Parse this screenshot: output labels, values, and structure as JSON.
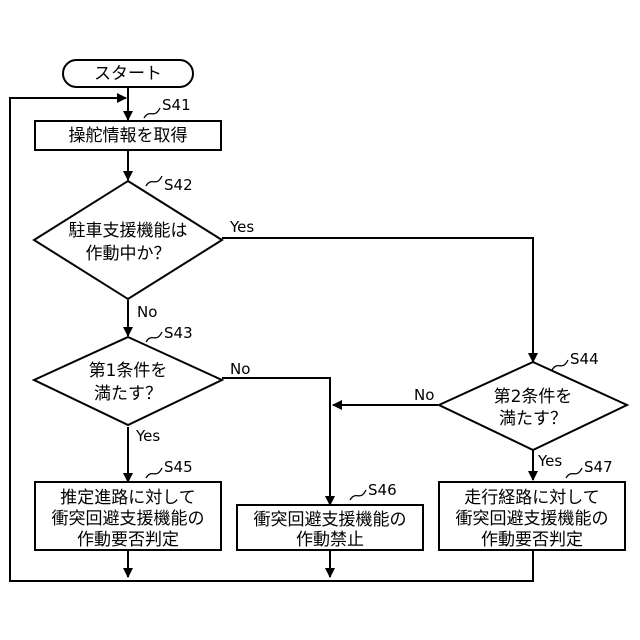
{
  "start": "スタート",
  "steps": {
    "s41": {
      "id": "S41",
      "text": [
        "操舵情報を取得"
      ]
    },
    "s42": {
      "id": "S42",
      "text": [
        "駐車支援機能は",
        "作動中か？"
      ]
    },
    "s43": {
      "id": "S43",
      "text": [
        "第1条件を",
        "満たす？"
      ]
    },
    "s44": {
      "id": "S44",
      "text": [
        "第2条件を",
        "満たす？"
      ]
    },
    "s45": {
      "id": "S45",
      "text": [
        "推定進路に対して",
        "衝突回避支援機能の",
        "作動要否判定"
      ]
    },
    "s46": {
      "id": "S46",
      "text": [
        "衝突回避支援機能の",
        "作動禁止"
      ]
    },
    "s47": {
      "id": "S47",
      "text": [
        "走行経路に対して",
        "衝突回避支援機能の",
        "作動要否判定"
      ]
    }
  },
  "labels": {
    "yes": "Yes",
    "no": "No"
  }
}
